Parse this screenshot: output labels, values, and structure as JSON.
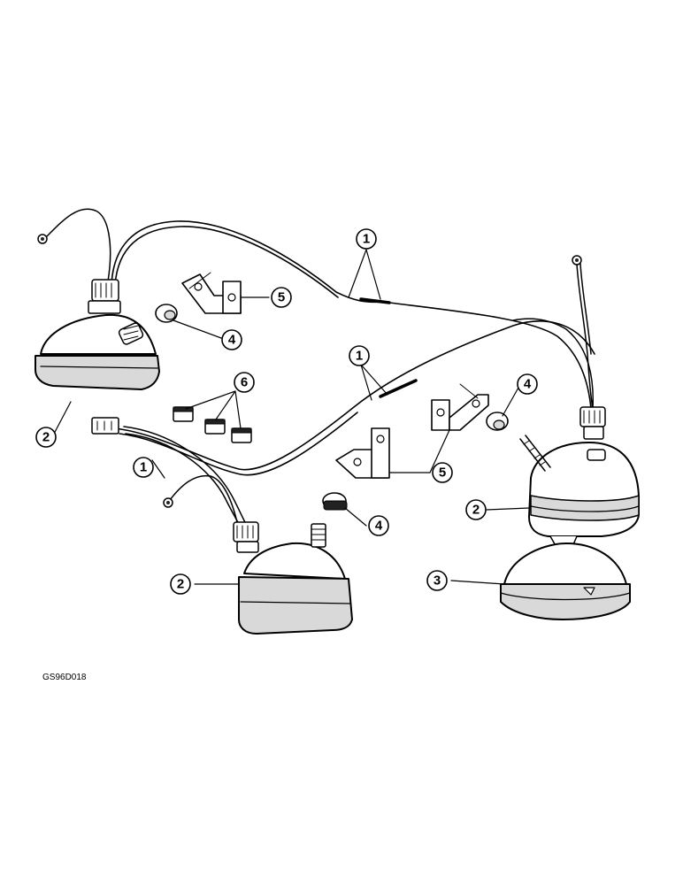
{
  "figure_id": "GS96D018",
  "callouts": {
    "wire_harness_upper": "1",
    "wire_harness_middle": "1",
    "wire_harness_lower": "1",
    "lamp_left": "2",
    "lamp_right": "2",
    "lamp_bottom": "2",
    "lens_cover": "3",
    "spacer_upper": "4",
    "spacer_middle": "4",
    "spacer_right": "4",
    "bracket_upper": "5",
    "bracket_middle": "5",
    "bracket_right": "5",
    "plugs": "6"
  },
  "icons": [
    "ring-terminal-icon",
    "lamp-housing-icon",
    "bracket-icon",
    "spacer-icon",
    "plug-icon",
    "connector-icon"
  ]
}
